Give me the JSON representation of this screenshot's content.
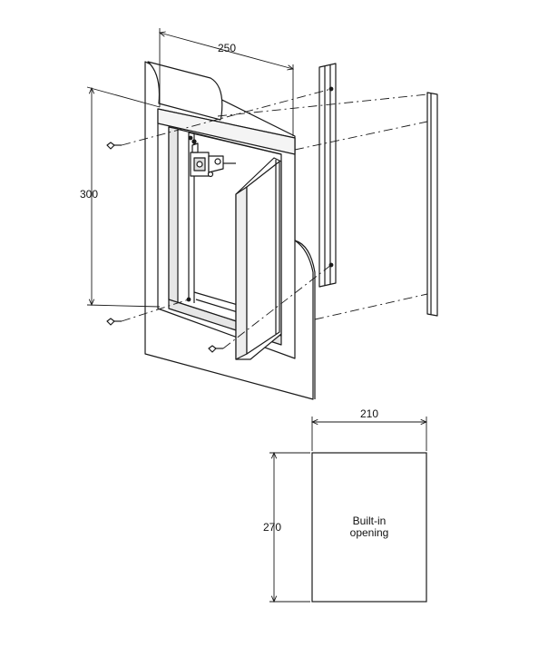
{
  "dimensions": {
    "door_width": "250",
    "door_height": "300",
    "opening_width": "210",
    "opening_height": "270"
  },
  "opening_label": {
    "line1": "Built-in",
    "line2": "opening"
  },
  "colors": {
    "line": "#1a1a1a",
    "frame_fill": "#ffffff",
    "shadow": "#d9d9d9"
  }
}
